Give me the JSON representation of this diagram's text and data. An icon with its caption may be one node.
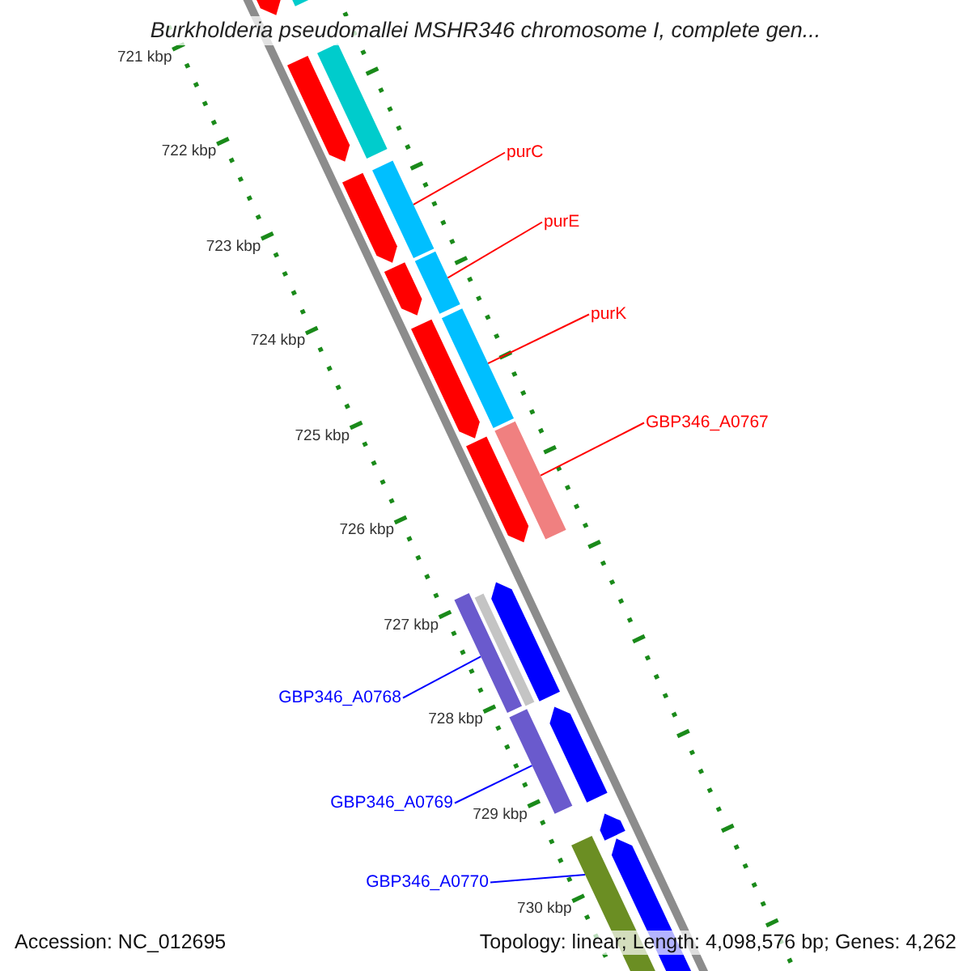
{
  "diagram": {
    "title": "Burkholderia pseudomallei MSHR346 chromosome I, complete gen...",
    "nodes": [
      {
        "text": [
          "purC"
        ]
      },
      {
        "text": [
          "purE"
        ]
      },
      {
        "text": [
          "purK"
        ]
      },
      {
        "text": [
          "GBP346_A0767"
        ]
      },
      {
        "text": [
          "GBP346_A0768"
        ]
      },
      {
        "text": [
          "GBP346_A0769"
        ]
      },
      {
        "text": [
          "GBP346_A0770"
        ]
      },
      {
        "text": [],
        "shape": "bar"
      },
      {
        "text": [],
        "shape": "bar"
      },
      {
        "text": [],
        "shape": "bar"
      },
      {
        "text": [],
        "shape": "bar"
      },
      {
        "text": [],
        "shape": "bar"
      },
      {
        "text": [],
        "shape": "bar"
      },
      {
        "text": [],
        "shape": "bar"
      },
      {
        "text": [],
        "shape": "bar"
      },
      {
        "text": [],
        "shape": "bar"
      },
      {
        "text": [],
        "shape": "bar"
      },
      {
        "text": [],
        "shape": "bar"
      },
      {
        "text": [],
        "shape": "bar"
      },
      {
        "text": [],
        "shape": "bar"
      },
      {
        "text": [],
        "shape": "bar"
      },
      {
        "text": [],
        "shape": "bar"
      },
      {
        "text": [],
        "shape": "bar"
      },
      {
        "text": [],
        "shape": "bar"
      },
      {
        "text": [],
        "shape": "bar"
      },
      {
        "text": [],
        "shape": "bar"
      },
      {
        "text": [],
        "shape": "bar"
      }
    ],
    "edges": [
      {
        "from": 0,
        "to": 7,
        "arrow": "none"
      },
      {
        "from": 1,
        "to": 8,
        "arrow": "none"
      },
      {
        "from": 2,
        "to": 9,
        "arrow": "none"
      },
      {
        "from": 3,
        "to": 10,
        "arrow": "none"
      },
      {
        "from": 4,
        "to": 11,
        "arrow": "none",
        "color": "#0000ff"
      },
      {
        "from": 5,
        "to": 12,
        "arrow": "none",
        "color": "#0000ff"
      },
      {
        "from": 6,
        "to": 13,
        "arrow": "none",
        "color": "#0000ff"
      }
    ],
    "labels": [
      "721 kbp",
      "722 kbp",
      "723 kbp",
      "724 kbp",
      "725 kbp",
      "726 kbp",
      "727 kbp",
      "728 kbp",
      "729 kbp",
      "730 kbp",
      "Accession: NC_012695",
      "Topology: linear; Length: 4,098,576 bp; Genes: 4,262"
    ]
  }
}
